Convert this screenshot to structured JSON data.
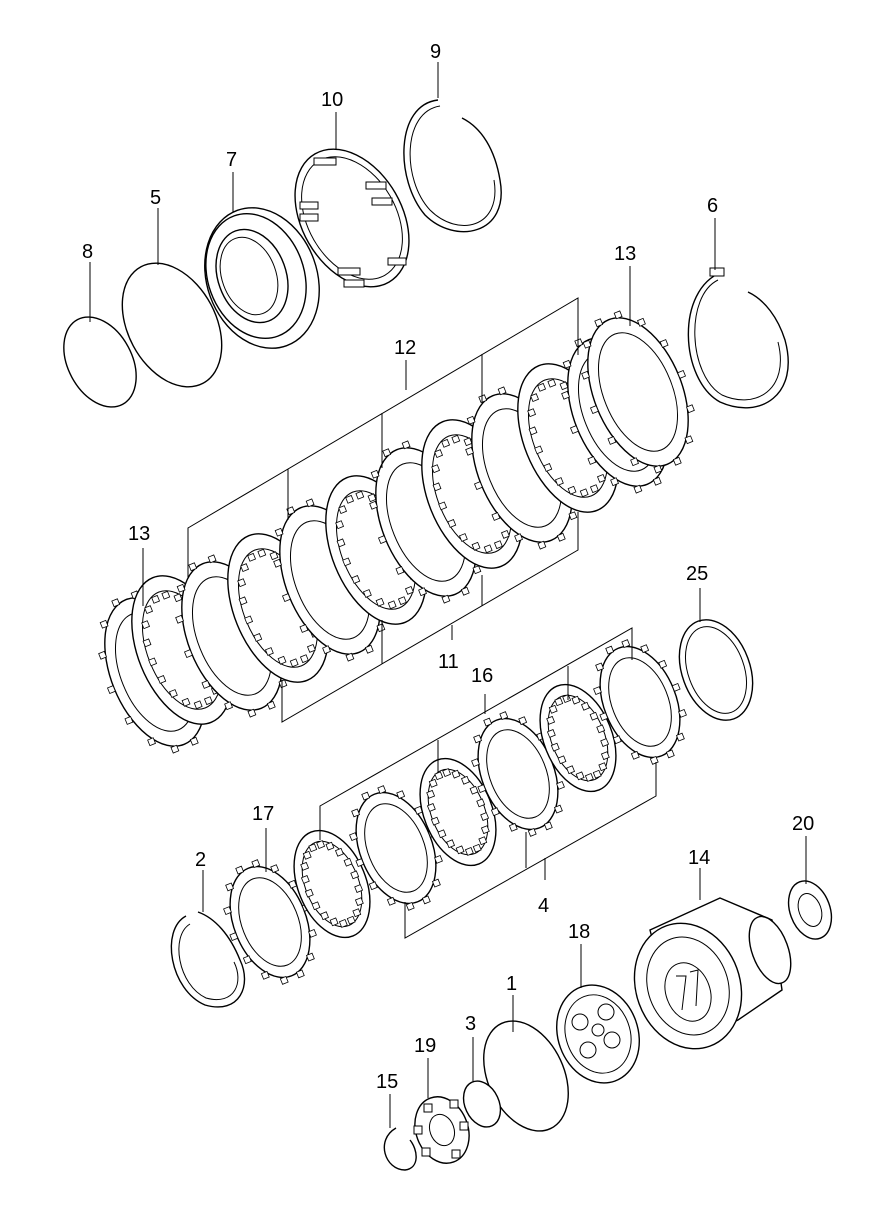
{
  "diagram": {
    "type": "exploded-parts-view",
    "callouts": [
      "1",
      "2",
      "3",
      "4",
      "5",
      "6",
      "7",
      "8",
      "9",
      "10",
      "11",
      "12",
      "13",
      "13",
      "14",
      "15",
      "16",
      "17",
      "18",
      "19",
      "20",
      "25"
    ]
  }
}
